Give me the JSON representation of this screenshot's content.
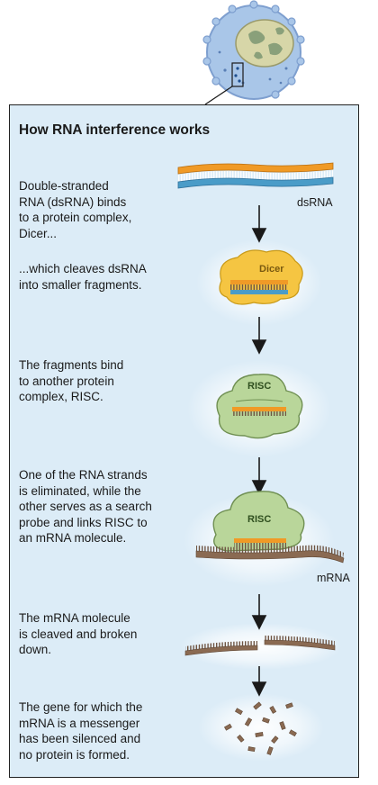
{
  "title": "How RNA interference works",
  "steps": [
    {
      "text": "Double-stranded\nRNA (dsRNA) binds\nto a protein complex,\nDicer..."
    },
    {
      "text": "...which cleaves dsRNA\ninto smaller fragments."
    },
    {
      "text": "The fragments bind\nto another protein\ncomplex, RISC."
    },
    {
      "text": "One of the RNA strands\nis eliminated, while the\nother serves as a search\nprobe and links RISC to\nan mRNA molecule."
    },
    {
      "text": "The mRNA molecule\nis cleaved and broken\ndown."
    },
    {
      "text": "The gene for which the\nmRNA is a messenger\nhas been silenced and\nno protein is formed."
    }
  ],
  "labels": {
    "dsrna": "dsRNA",
    "dicer": "Dicer",
    "risc_1": "RISC",
    "risc_2": "RISC",
    "mrna": "mRNA"
  },
  "colors": {
    "panel_bg": "#dcecf7",
    "orange_strand": "#f09a26",
    "blue_strand": "#4a9cc8",
    "dicer_fill": "#f5c542",
    "risc_fill": "#b9d69a",
    "mrna_brown": "#8a6a52"
  }
}
